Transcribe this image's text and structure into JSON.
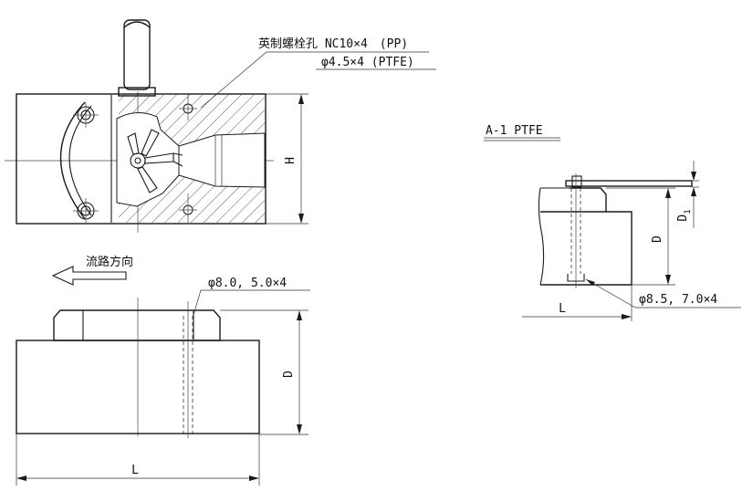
{
  "labels": {
    "bolt_hole": "英制螺栓孔 NC10×4　(PP)",
    "hole_ptfe": "φ4.5×4 (PTFE)",
    "dim_h": "H",
    "flow_direction": "流路方向",
    "hole_top": "φ8.0, 5.0×4",
    "dim_d_front": "D",
    "dim_l_front": "L",
    "section_title": "A-1 PTFE",
    "dim_d_side": "D",
    "dim_d1_side": "D",
    "dim_d1_sub": "1",
    "dim_l_side": "L",
    "hole_side": "φ8.5, 7.0×4"
  }
}
